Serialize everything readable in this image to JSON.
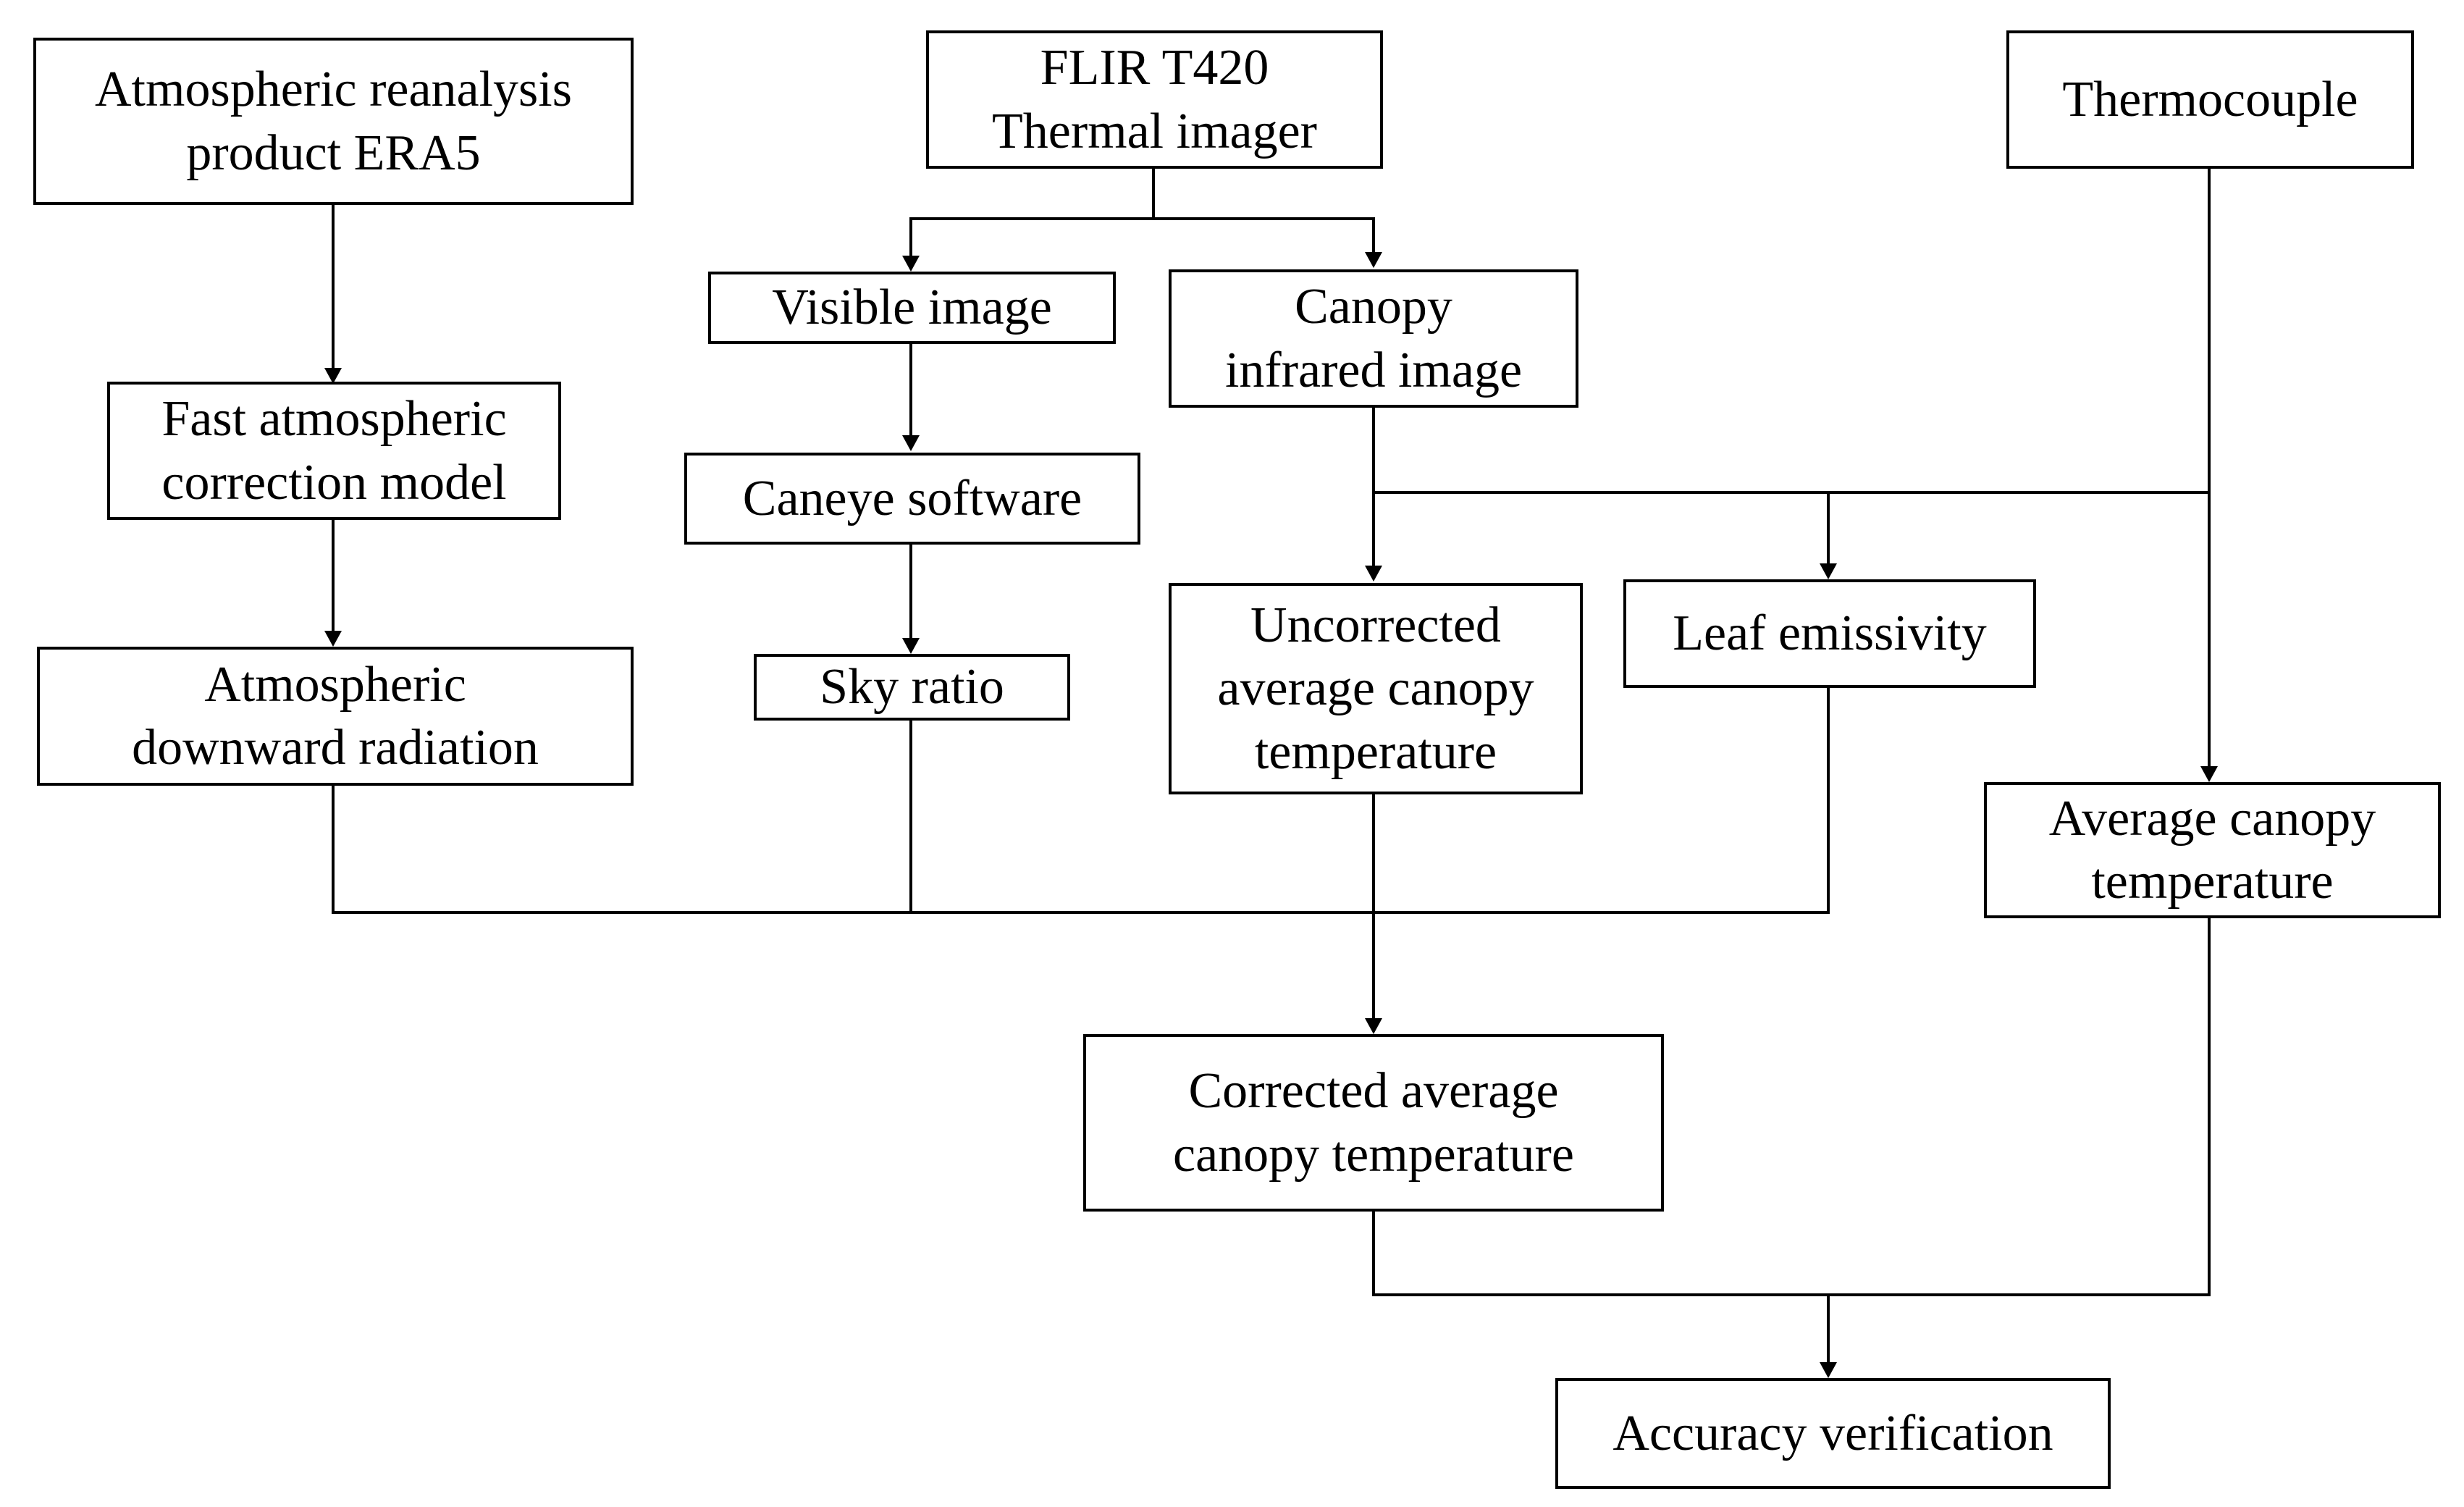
{
  "diagram": {
    "nodes": {
      "era5": "Atmospheric reanalysis\nproduct ERA5",
      "flir": "FLIR T420\nThermal imager",
      "thermocouple": "Thermocouple",
      "fast_model": "Fast atmospheric\ncorrection model",
      "visible_image": "Visible image",
      "canopy_ir": "Canopy\ninfrared image",
      "caneye": "Caneye software",
      "atm_radiation": "Atmospheric\ndownward radiation",
      "sky_ratio": "Sky ratio",
      "uncorrected": "Uncorrected\naverage canopy\ntemperature",
      "leaf_emissivity": "Leaf emissivity",
      "avg_canopy": "Average canopy\ntemperature",
      "corrected": "Corrected average\ncanopy temperature",
      "accuracy": "Accuracy verification"
    },
    "edges": [
      {
        "from": "era5",
        "to": "fast_model"
      },
      {
        "from": "fast_model",
        "to": "atm_radiation"
      },
      {
        "from": "flir",
        "to": "visible_image"
      },
      {
        "from": "flir",
        "to": "canopy_ir"
      },
      {
        "from": "visible_image",
        "to": "caneye"
      },
      {
        "from": "caneye",
        "to": "sky_ratio"
      },
      {
        "from": "canopy_ir",
        "to": "uncorrected"
      },
      {
        "from": "canopy_ir",
        "to": "leaf_emissivity"
      },
      {
        "from": "thermocouple",
        "to": "leaf_emissivity"
      },
      {
        "from": "thermocouple",
        "to": "avg_canopy"
      },
      {
        "from": "atm_radiation",
        "to": "corrected"
      },
      {
        "from": "sky_ratio",
        "to": "corrected"
      },
      {
        "from": "uncorrected",
        "to": "corrected"
      },
      {
        "from": "leaf_emissivity",
        "to": "corrected"
      },
      {
        "from": "corrected",
        "to": "accuracy"
      },
      {
        "from": "avg_canopy",
        "to": "accuracy"
      }
    ]
  }
}
